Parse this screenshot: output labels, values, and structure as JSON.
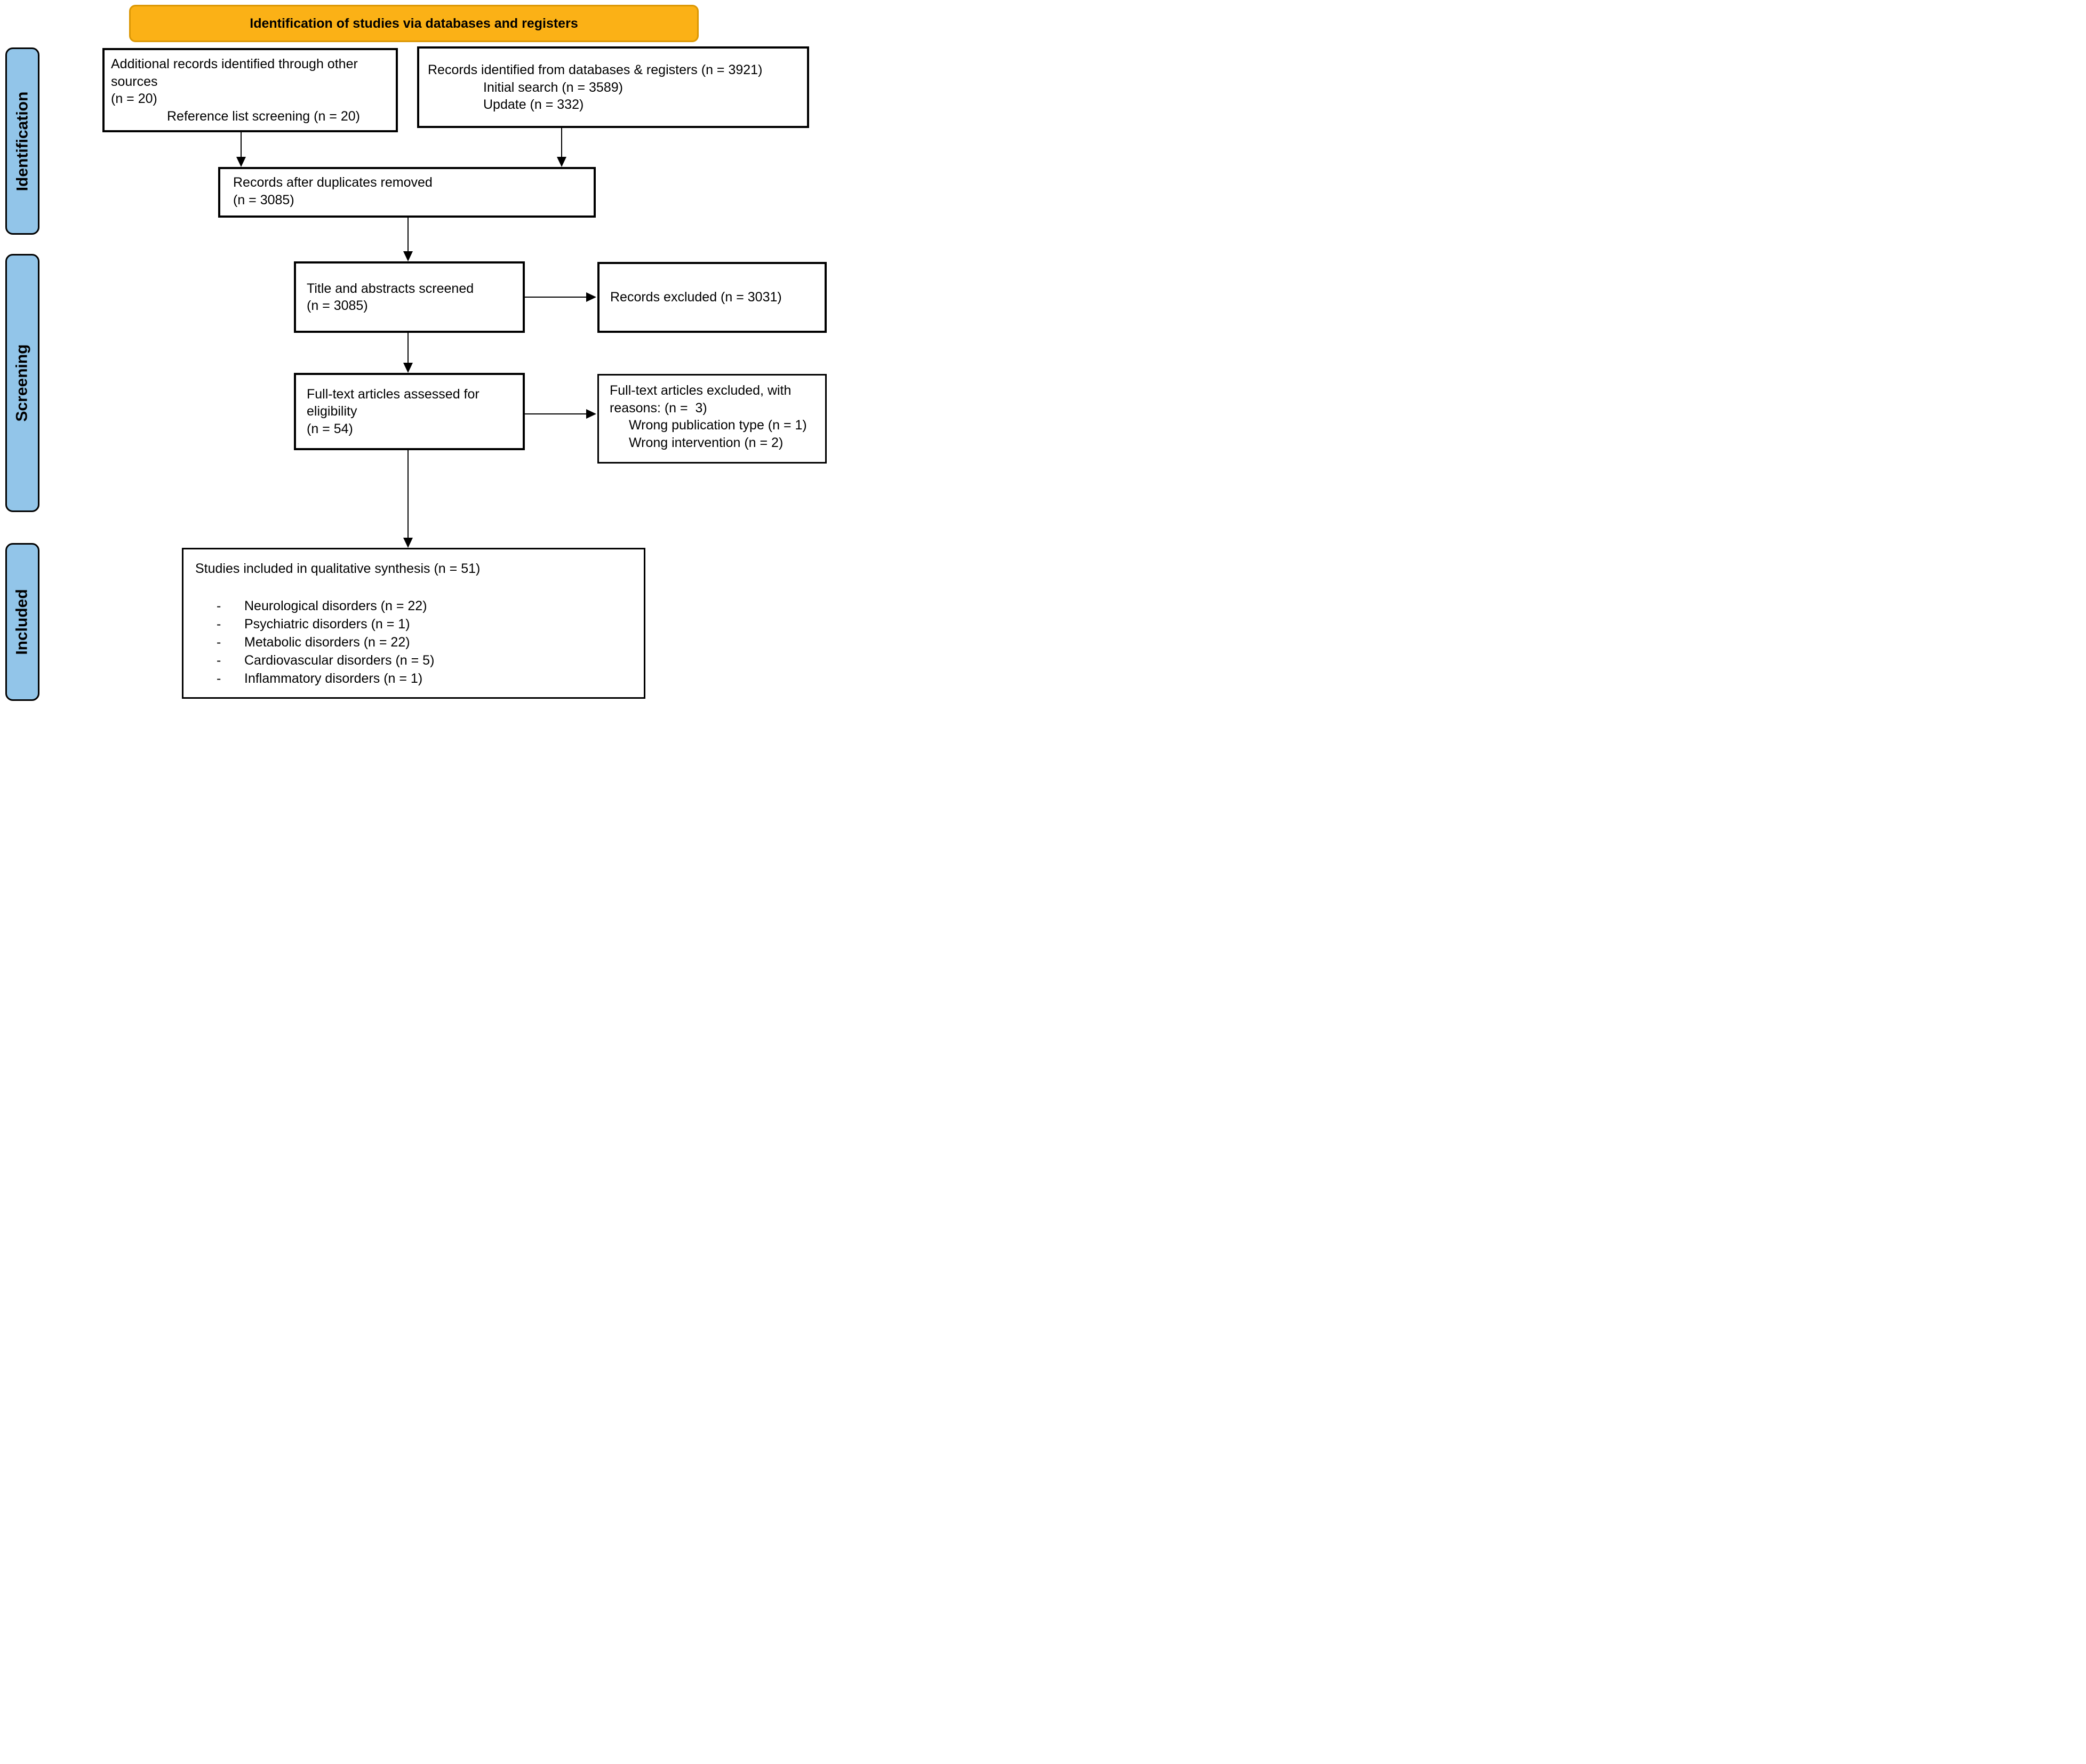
{
  "banner": {
    "title": "Identification of studies via databases and registers"
  },
  "side_labels": {
    "identification": "Identification",
    "screening": "Screening",
    "included": "Included"
  },
  "boxes": {
    "other_sources": {
      "text": "Additional records identified through other sources",
      "count": "(n = 20)",
      "sub": "Reference list screening (n = 20)"
    },
    "databases": {
      "text": "Records identified from databases & registers (n = 3921)",
      "sub1": "Initial search (n = 3589)",
      "sub2": "Update (n = 332)"
    },
    "duplicates": {
      "text": "Records after duplicates removed",
      "count": "(n = 3085)"
    },
    "screened": {
      "text": "Title and abstracts screened",
      "count": "(n = 3085)"
    },
    "records_excluded": {
      "text": "Records excluded (n = 3031)"
    },
    "fulltext": {
      "text": "Full-text articles assessed for eligibility",
      "count": "(n = 54)"
    },
    "fulltext_excluded": {
      "text": "Full-text articles excluded, with reasons: (n =  3)",
      "reasons": [
        "Wrong publication type (n = 1)",
        "Wrong intervention (n = 2)"
      ]
    },
    "included": {
      "title": "Studies included in qualitative synthesis (n = 51)",
      "bullet": "-",
      "items": [
        "Neurological disorders (n = 22)",
        "Psychiatric disorders (n = 1)",
        "Metabolic disorders (n = 22)",
        "Cardiovascular disorders (n = 5)",
        "Inflammatory disorders (n = 1)"
      ]
    }
  },
  "colors": {
    "banner_bg": "#FBB116",
    "banner_border": "#DB9704",
    "stage_bg": "#92C5E9",
    "line_color": "#000000"
  }
}
